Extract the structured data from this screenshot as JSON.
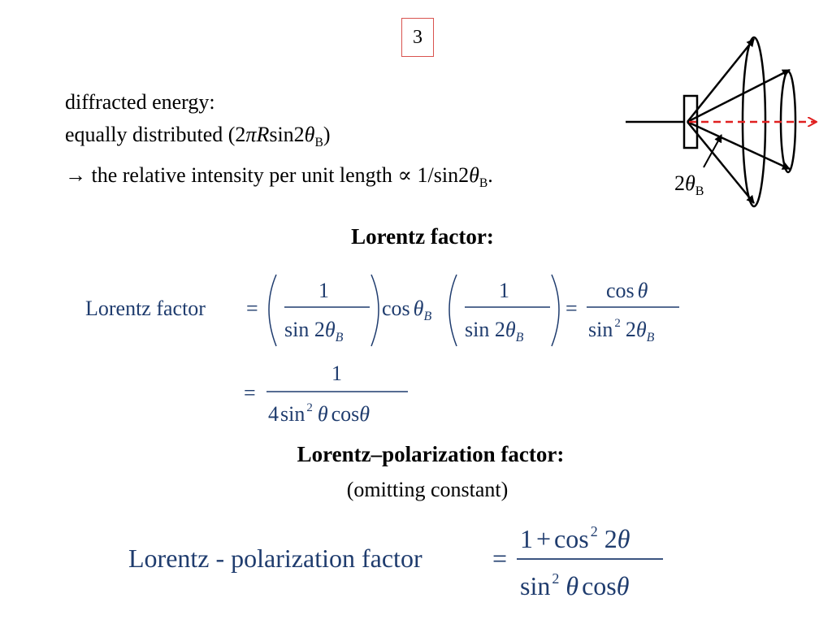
{
  "page_number": "3",
  "intro": {
    "line1": "diffracted energy:",
    "line2_text": "equally distributed (2",
    "line2_pi": "π",
    "line2_R": "R",
    "line2_sin": "sin2",
    "line2_theta": "θ",
    "line2_sub": "B",
    "line2_close": ")",
    "line3_arrow": "→",
    "line3_text": " the relative intensity per unit length ",
    "line3_prop": "∝",
    "line3_frac": " 1/sin2",
    "line3_theta": "θ",
    "line3_sub": "B",
    "line3_end": "."
  },
  "diagram": {
    "angle_label": "2",
    "angle_theta": "θ",
    "angle_sub": "B",
    "accent_color": "#e02020"
  },
  "lorentz": {
    "heading": "Lorentz factor:",
    "lhs": "Lorentz factor",
    "eq": "=",
    "one": "1",
    "sin2": "sin 2",
    "theta": "θ",
    "sub_B": "B",
    "cos": "cos",
    "sq": "2",
    "four": "4",
    "sin": "sin"
  },
  "lp": {
    "heading": "Lorentz–polarization factor:",
    "sub": "(omitting constant)",
    "lhs": "Lorentz - polarization factor",
    "eq": "=",
    "num_1": "1",
    "plus": "+",
    "cos": "cos",
    "sq": "2",
    "two": "2",
    "theta": "θ",
    "sin": "sin"
  },
  "colors": {
    "math": "#1f3c6e",
    "box_border": "#d9534f"
  }
}
